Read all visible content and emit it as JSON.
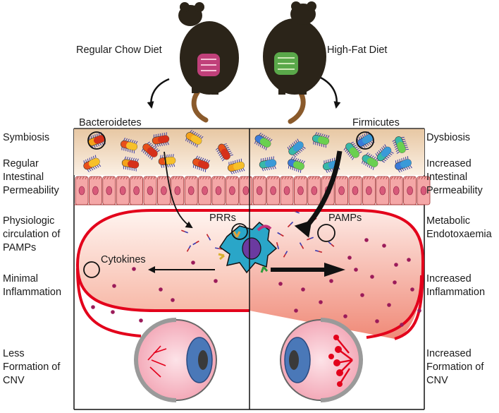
{
  "top": {
    "left_diet": "Regular Chow Diet",
    "right_diet": "High-Fat Diet",
    "left_bacteria": "Bacteroidetes",
    "right_bacteria": "Firmicutes"
  },
  "left_column": [
    "Symbiosis",
    "Regular\nIntestinal\nPermeability",
    "Physiologic\ncirculation of\nPAMPs",
    "Minimal\nInflammation",
    "Less\nFormation of\nCNV"
  ],
  "right_column": [
    "Dysbiosis",
    "Increased\nIntestinal\nPermeability",
    "Metabolic\nEndotoxaemia",
    "Increased\nInflammation",
    "Increased\nFormation of\nCNV"
  ],
  "callouts": {
    "prrs": "PRRs",
    "pamps": "PAMPs",
    "cytokines": "Cytokines"
  },
  "colors": {
    "mouse": "#2b2419",
    "tail": "#8a5a2b",
    "gut_left": "#c0407a",
    "gut_right": "#5aa84a",
    "mucus": "#f3dcc0",
    "epithelium": "#f2a9a9",
    "vessel": "#e3001b",
    "vessel_fill": "#fbd9d0",
    "cytokine_dot": "#9b1b5a",
    "dendritic_cell": "#2aa6c8",
    "nucleus": "#6b3aa0",
    "iris": "#4a78b8",
    "sclera": "#f7c6cf"
  }
}
